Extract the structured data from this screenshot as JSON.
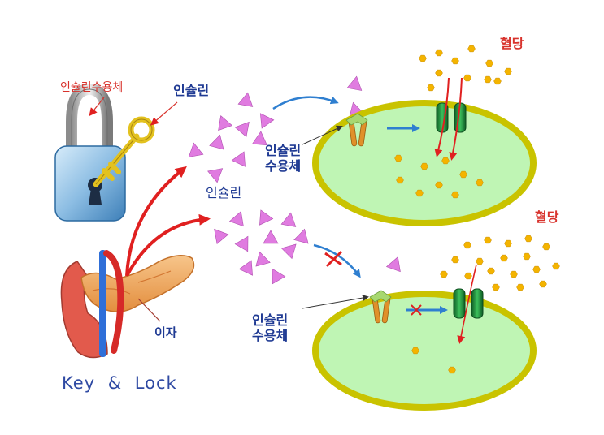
{
  "labels": {
    "insulin_receptor_top_left": "인슐린수용체",
    "insulin_key": "인슐린",
    "insulin_cluster": "인슐린",
    "receptor_cell1_line1": "인슐린",
    "receptor_cell1_line2": "수용체",
    "receptor_cell2_line1": "인슐린",
    "receptor_cell2_line2": "수용체",
    "blood_sugar_top": "혈당",
    "blood_sugar_bottom": "혈당",
    "pancreas": "이자",
    "key_lock": "Key & Lock"
  },
  "colors": {
    "insulin": "#e07be0",
    "glucose": "#f4b400",
    "cell_fill": "#bff5b4",
    "cell_border": "#c9c300",
    "channel": "#1f8a3a",
    "receptor": "#e0902a",
    "receptor_cap": "#a8d870",
    "blue_arrow": "#2f7fd0",
    "red_arrow": "#e02020",
    "label_red": "#d8322c",
    "label_navy": "#1f3a93"
  }
}
